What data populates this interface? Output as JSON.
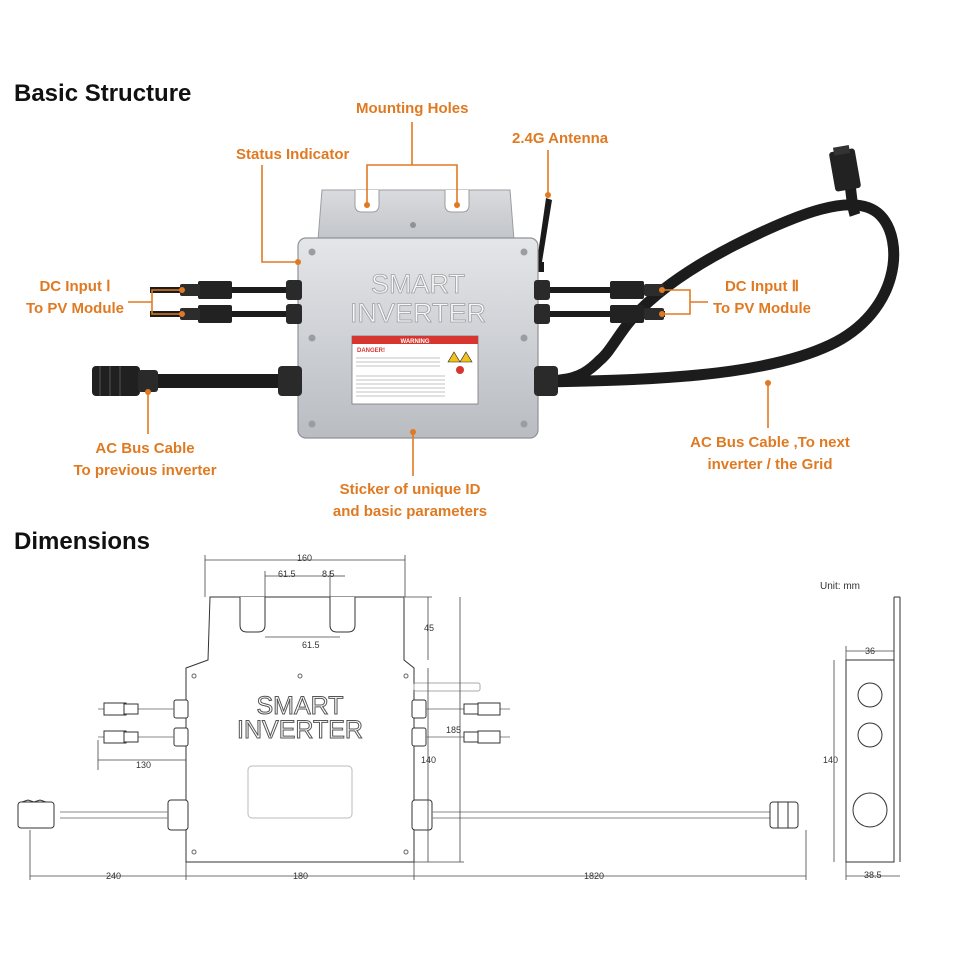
{
  "sections": {
    "structure_title": "Basic Structure",
    "dimensions_title": "Dimensions"
  },
  "callouts": {
    "mounting_holes": "Mounting Holes",
    "antenna": "2.4G Antenna",
    "status_indicator": "Status Indicator",
    "dc_input_1_line1": "DC Input Ⅰ",
    "dc_input_1_line2": "To PV Module",
    "dc_input_2_line1": "DC Input Ⅱ",
    "dc_input_2_line2": "To PV Module",
    "ac_prev_line1": "AC Bus Cable",
    "ac_prev_line2": "To previous inverter",
    "ac_next_line1": "AC Bus Cable ,To next",
    "ac_next_line2": "inverter / the Grid",
    "sticker_line1": "Sticker of unique ID",
    "sticker_line2": "and basic parameters"
  },
  "device": {
    "brand_line1": "SMART",
    "brand_line2": "INVERTER",
    "warning_header": "WARNING",
    "danger_label": "DANGER!"
  },
  "dimensions": {
    "unit": "Unit: mm",
    "width_top": "160",
    "hole_gap": "61.5",
    "hole_width": "8.5",
    "hole_gap_lower": "61.5",
    "tab_height": "45",
    "total_height": "185",
    "body_height": "140",
    "dc_cable": "130",
    "ac_left_cable": "240",
    "body_width": "180",
    "ac_right_cable": "1820",
    "depth_top": "36",
    "side_height": "140",
    "depth_bottom": "38.5"
  },
  "colors": {
    "accent": "#e07a22",
    "housing": "#c9ccd0",
    "cable": "#1c1c1c"
  }
}
